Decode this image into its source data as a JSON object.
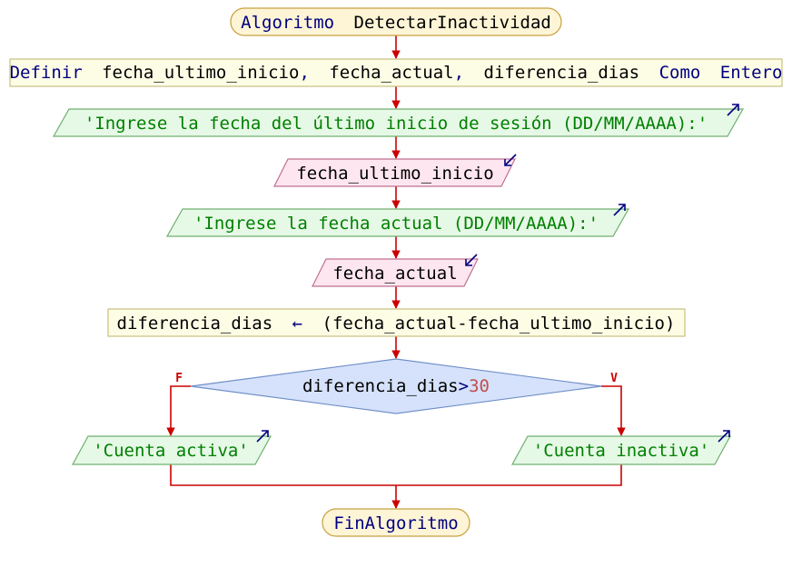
{
  "start": {
    "keyword": "Algoritmo",
    "name": "DetectarInactividad"
  },
  "define": {
    "keyword": "Definir",
    "var1": "fecha_ultimo_inicio",
    "sep1": ",",
    "var2": "fecha_actual",
    "sep2": ",",
    "var3": "diferencia_dias",
    "as_keyword": "Como",
    "type": "Entero"
  },
  "output1": "'Ingrese la fecha del último inicio de sesión (DD/MM/AAAA):'",
  "input1": "fecha_ultimo_inicio",
  "output2": "'Ingrese la fecha actual (DD/MM/AAAA):'",
  "input2": "fecha_actual",
  "assign": {
    "target": "diferencia_dias",
    "arrow": "←",
    "expr": "(fecha_actual-fecha_ultimo_inicio)"
  },
  "decision": {
    "var": "diferencia_dias",
    "op": ">",
    "value": "30",
    "false_label": "F",
    "true_label": "V"
  },
  "output_false": "'Cuenta activa'",
  "output_true": "'Cuenta inactiva'",
  "end": "FinAlgoritmo",
  "colors": {
    "terminal_fill": "#fdf5d6",
    "terminal_stroke": "#c8a040",
    "process_fill": "#fdfde6",
    "process_stroke": "#c8c080",
    "output_fill": "#e6f8e6",
    "output_stroke": "#70b070",
    "input_fill": "#fde6ef",
    "input_stroke": "#c07090",
    "decision_fill": "#d6e2fb",
    "decision_stroke": "#7090c8",
    "connector": "#cc0000"
  }
}
